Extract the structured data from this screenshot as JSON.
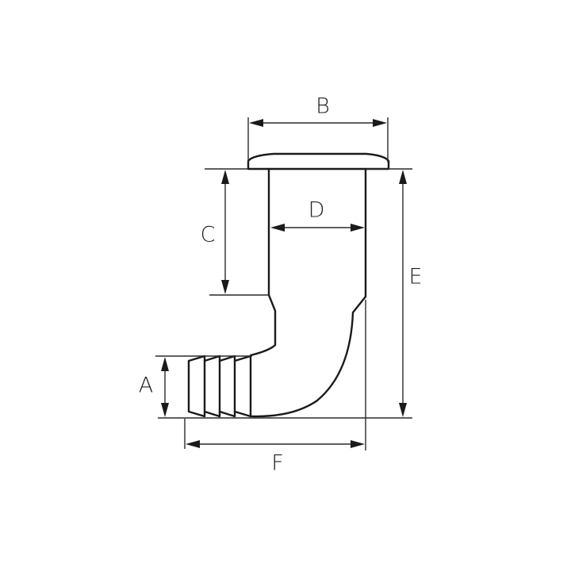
{
  "diagram": {
    "type": "technical-dimension-drawing",
    "subject": "elbow hose connector with flange and barbed hose tail",
    "line_color": "#1a1a1a",
    "background": "#ffffff",
    "dimensions": {
      "A": {
        "label": "A",
        "meaning": "hose tail height"
      },
      "B": {
        "label": "B",
        "meaning": "flange width"
      },
      "C": {
        "label": "C",
        "meaning": "straight body length"
      },
      "D": {
        "label": "D",
        "meaning": "body inner width"
      },
      "E": {
        "label": "E",
        "meaning": "total height"
      },
      "F": {
        "label": "F",
        "meaning": "total horizontal length"
      }
    }
  }
}
